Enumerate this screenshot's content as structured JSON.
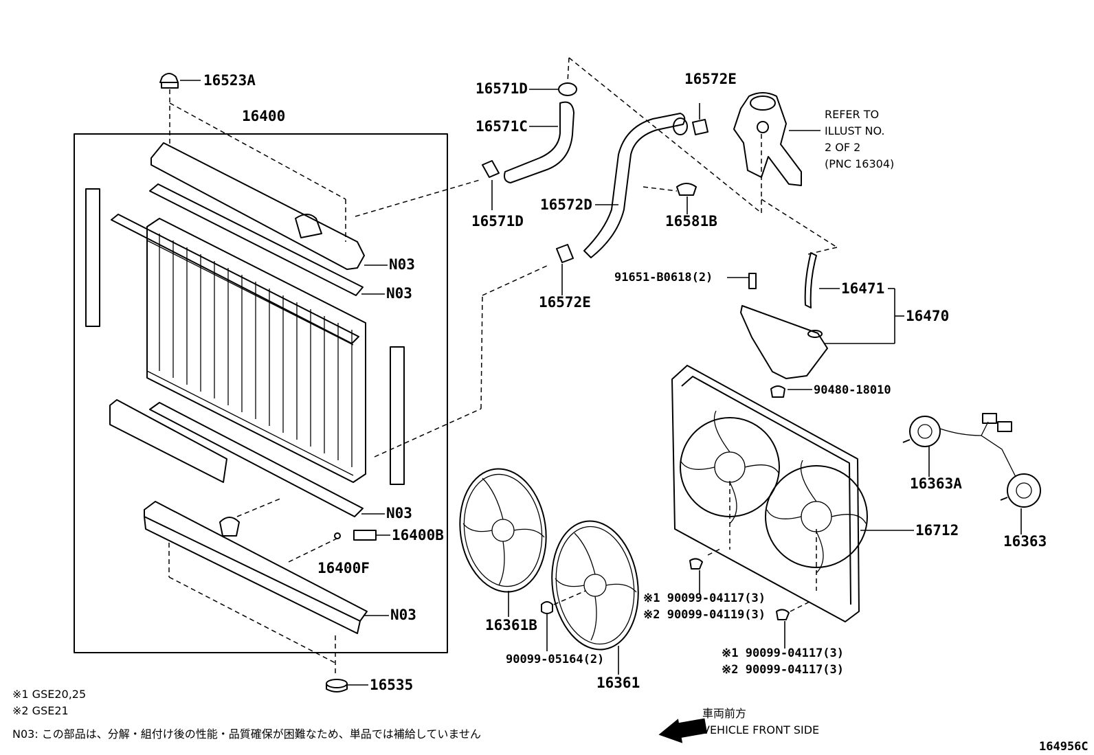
{
  "labels": {
    "p16523A": "16523A",
    "p16400": "16400",
    "n03_1": "N03",
    "n03_2": "N03",
    "n03_3": "N03",
    "n03_4": "N03",
    "p16400B": "16400B",
    "p16400F": "16400F",
    "p16535": "16535",
    "p16571D_top": "16571D",
    "p16571C": "16571C",
    "p16571D_bot": "16571D",
    "p16572E_top": "16572E",
    "p16572D": "16572D",
    "p16581B": "16581B",
    "p16572E_bot": "16572E",
    "p91651": "91651-B0618(2)",
    "p16471": "16471",
    "p16470": "16470",
    "p90480": "90480-18010",
    "p16363A": "16363A",
    "p16363": "16363",
    "p16712": "16712",
    "p16361B": "16361B",
    "p16361": "16361",
    "p90099_05164": "90099-05164(2)",
    "bolt_a1": "※1 90099-04117(3)",
    "bolt_a2": "※2 90099-04119(3)",
    "bolt_b1": "※1 90099-04117(3)",
    "bolt_b2": "※2 90099-04117(3)"
  },
  "refer": {
    "line1": "REFER TO",
    "line2": "ILLUST NO.",
    "line3": "2 OF 2",
    "line4": "(PNC 16304)"
  },
  "notes": {
    "model1": "※1 GSE20,25",
    "model2": "※2 GSE21",
    "n03_note": "N03: この部品は、分解・組付け後の性能・品質確保が困難なため、単品では補給していません"
  },
  "front": {
    "jp": "車両前方",
    "en": "VEHICLE FRONT SIDE"
  },
  "diagram_id": "164956C"
}
